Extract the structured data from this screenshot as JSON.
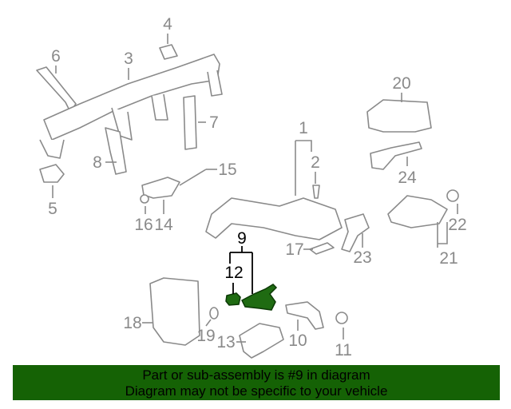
{
  "diagram": {
    "callouts": [
      "1",
      "2",
      "3",
      "4",
      "5",
      "6",
      "7",
      "8",
      "9",
      "10",
      "11",
      "12",
      "13",
      "14",
      "15",
      "16",
      "17",
      "18",
      "19",
      "20",
      "21",
      "22",
      "23",
      "24"
    ],
    "highlighted_callouts": [
      "9",
      "12"
    ],
    "highlight_color": "#1f6b12"
  },
  "banner": {
    "line1": "Part or sub-assembly is #9 in diagram",
    "line2": "Diagram may not be specific to your vehicle",
    "background": "#156205"
  }
}
